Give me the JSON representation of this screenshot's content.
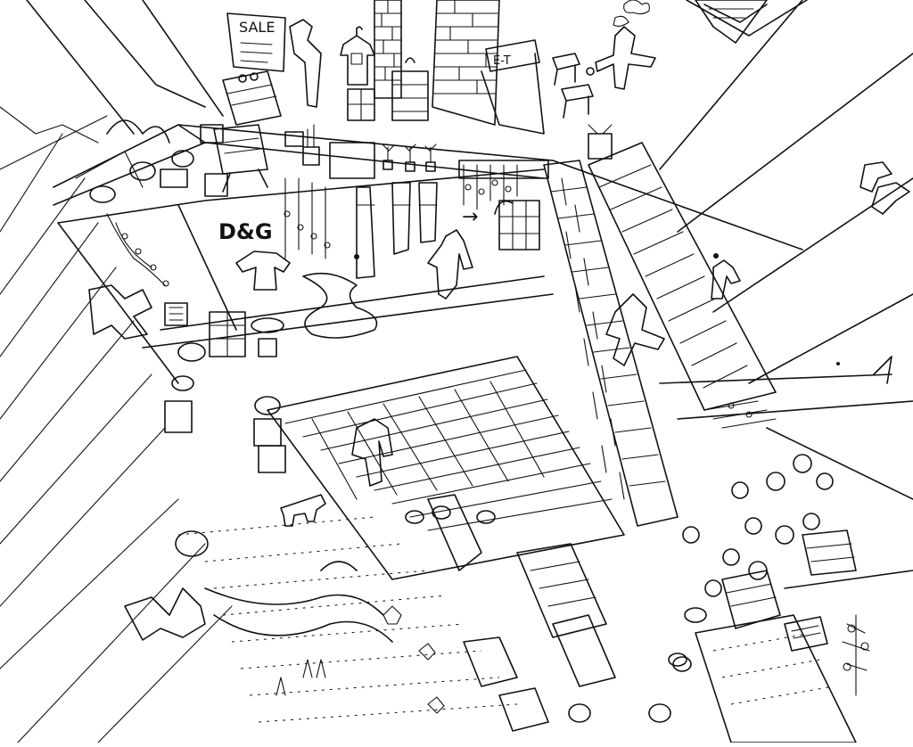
{
  "drawing": {
    "signs": {
      "sale": "SALE",
      "shop_logo": "D&G",
      "arrow_sign": "→",
      "et_sign": "E-T"
    },
    "elements": [
      "escalator-icon",
      "staircase-icon",
      "person-figure-icon",
      "dog-icon",
      "potted-plant-icon",
      "hanging-vine-icon",
      "shirt-icon",
      "stool-icon",
      "tree-icon",
      "shelf-icon"
    ],
    "style": {
      "ink_color": "#111111",
      "paper_color": "#ffffff"
    }
  }
}
